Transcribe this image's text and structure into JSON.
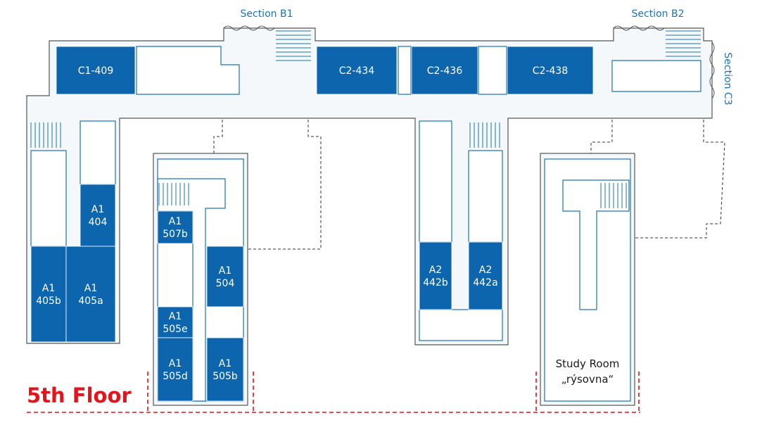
{
  "floor": {
    "label": "5th Floor"
  },
  "sections": {
    "b1": "Section B1",
    "b2": "Section B2",
    "c3": "Section C3"
  },
  "rooms": {
    "c1_409": "C1-409",
    "c2_434": "C2-434",
    "c2_436": "C2-436",
    "c2_438": "C2-438",
    "a1_404": [
      "A1",
      "404"
    ],
    "a1_405b": [
      "A1",
      "405b"
    ],
    "a1_405a": [
      "A1",
      "405a"
    ],
    "a1_507b": [
      "A1",
      "507b"
    ],
    "a1_504": [
      "A1",
      "504"
    ],
    "a1_505e": [
      "A1",
      "505e"
    ],
    "a1_505d": [
      "A1",
      "505d"
    ],
    "a1_505b": [
      "A1",
      "505b"
    ],
    "a2_442b": [
      "A2",
      "442b"
    ],
    "a2_442a": [
      "A2",
      "442a"
    ]
  },
  "study_room": {
    "line1": "Study Room",
    "line2": "„rýsovna“"
  },
  "colors": {
    "room_fill": "#0d66ad",
    "accent_blue": "#1a73b5",
    "floor_red": "#e3141c",
    "corridor": "#f5f8fa"
  }
}
